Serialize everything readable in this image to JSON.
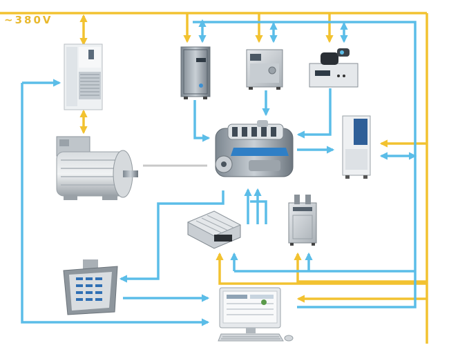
{
  "power_supply": {
    "label": "~380V"
  },
  "colors": {
    "power_line": "#f2c230",
    "signal_line": "#5bbde8",
    "shaft": "#c8c8c8",
    "label": "#e9b92e"
  },
  "equipment": [
    {
      "name": "frequency-converter-cabinet",
      "icon": "inverter-cabinet-icon"
    },
    {
      "name": "ac-dynamometer-motor",
      "icon": "electric-motor-icon"
    },
    {
      "name": "coolant-temperature-control-unit",
      "icon": "coolant-unit-icon"
    },
    {
      "name": "oil-temperature-control-unit",
      "icon": "oil-unit-icon"
    },
    {
      "name": "fuel-consumption-meter",
      "icon": "fuel-meter-icon"
    },
    {
      "name": "test-engine",
      "icon": "engine-icon"
    },
    {
      "name": "exhaust-gas-analyzer-cabinet",
      "icon": "analyzer-cabinet-icon"
    },
    {
      "name": "engine-control-unit",
      "icon": "ecu-icon"
    },
    {
      "name": "intake-air-conditioner",
      "icon": "air-conditioner-icon"
    },
    {
      "name": "operator-control-panel",
      "icon": "control-panel-icon"
    },
    {
      "name": "measurement-computer",
      "icon": "computer-icon"
    }
  ]
}
